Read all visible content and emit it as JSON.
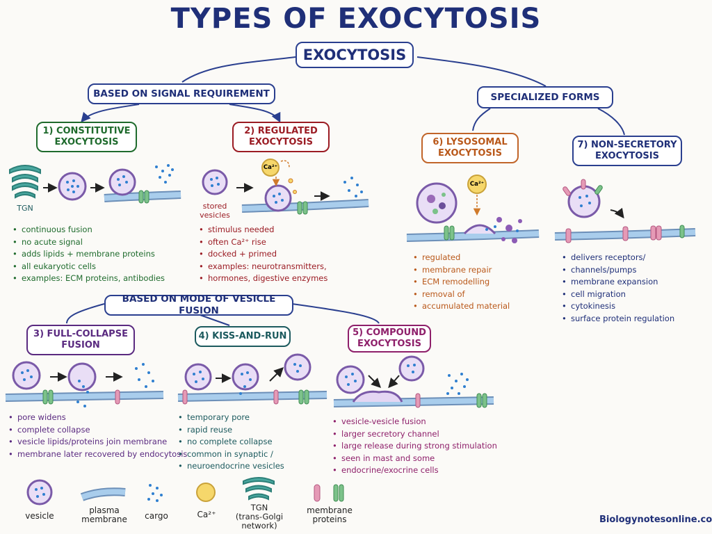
{
  "title": "TYPES OF EXOCYTOSIS",
  "root": "EXOCYTOSIS",
  "signal_group": "BASED ON SIGNAL REQUIREMENT",
  "special_group": "SPECIALIZED FORMS",
  "fusion_group": "BASED ON MODE OF VESICLE FUSION",
  "types": {
    "t1": {
      "line1": "1) CONSTITUTIVE",
      "line2": "EXOCYTOSIS",
      "color": "#1f6b2d",
      "points": [
        "continuous fusion",
        "no acute signal",
        "adds lipids + membrane proteins",
        "all eukaryotic cells",
        "examples: ECM proteins, antibodies"
      ]
    },
    "t2": {
      "line1": "2) REGULATED",
      "line2": "EXOCYTOSIS",
      "color": "#9b1c24",
      "points": [
        "stimulus needed",
        "often Ca²⁺ rise",
        "docked + primed",
        "examples: neurotransmitters,",
        "hormones, digestive enzymes"
      ]
    },
    "t3": {
      "line1": "3) FULL-COLLAPSE",
      "line2": "FUSION",
      "color": "#5a2a80",
      "points": [
        "pore widens",
        "complete collapse",
        "vesicle lipids/proteins join membrane",
        "membrane later recovered by endocytosis"
      ]
    },
    "t4": {
      "line1": "4) KISS-AND-RUN",
      "color": "#1c5a5e",
      "points": [
        "temporary pore",
        "rapid reuse",
        "no complete collapse",
        "common in synaptic /",
        "neuroendocrine vesicles"
      ]
    },
    "t5": {
      "line1": "5) COMPOUND",
      "line2": "EXOCYTOSIS",
      "color": "#8e1f6a",
      "points": [
        "vesicle-vesicle fusion",
        "larger secretory channel",
        "large release during strong stimulation",
        "seen in mast and some",
        "endocrine/exocrine cells"
      ]
    },
    "t6": {
      "line1": "6) LYSOSOMAL",
      "line2": "EXOCYTOSIS",
      "color": "#b9581a",
      "points": [
        "regulated",
        "membrane repair",
        "ECM remodelling",
        "removal of",
        "accumulated material"
      ]
    },
    "t7": {
      "line1": "7) NON-SECRETORY",
      "line2": "EXOCYTOSIS",
      "color": "#1f2f78",
      "points": [
        "delivers receptors/",
        "channels/pumps",
        "membrane expansion",
        "cell migration",
        "cytokinesis",
        "surface protein regulation"
      ]
    }
  },
  "diagram_labels": {
    "tgn": "TGN",
    "stored1": "stored",
    "stored2": "vesicles",
    "ca": "Ca²⁺"
  },
  "legend": {
    "vesicle": "vesicle",
    "membrane1": "plasma",
    "membrane2": "membrane",
    "cargo": "cargo",
    "ca": "Ca²⁺",
    "tgn1": "TGN",
    "tgn2": "(trans-Golgi",
    "tgn3": "network)",
    "prot1": "membrane",
    "prot2": "proteins"
  },
  "footer": "Biologynotesonline.com",
  "colors": {
    "vesicle_fill": "#c9b7e6",
    "vesicle_stroke": "#7a5aa8",
    "membrane": "#9cc3e6",
    "cargo": "#2f7fd0",
    "calcium": "#f6d76b",
    "tgn": "#4aa8a0",
    "protein_green": "#7cc28a",
    "protein_pink": "#e59ab6"
  }
}
